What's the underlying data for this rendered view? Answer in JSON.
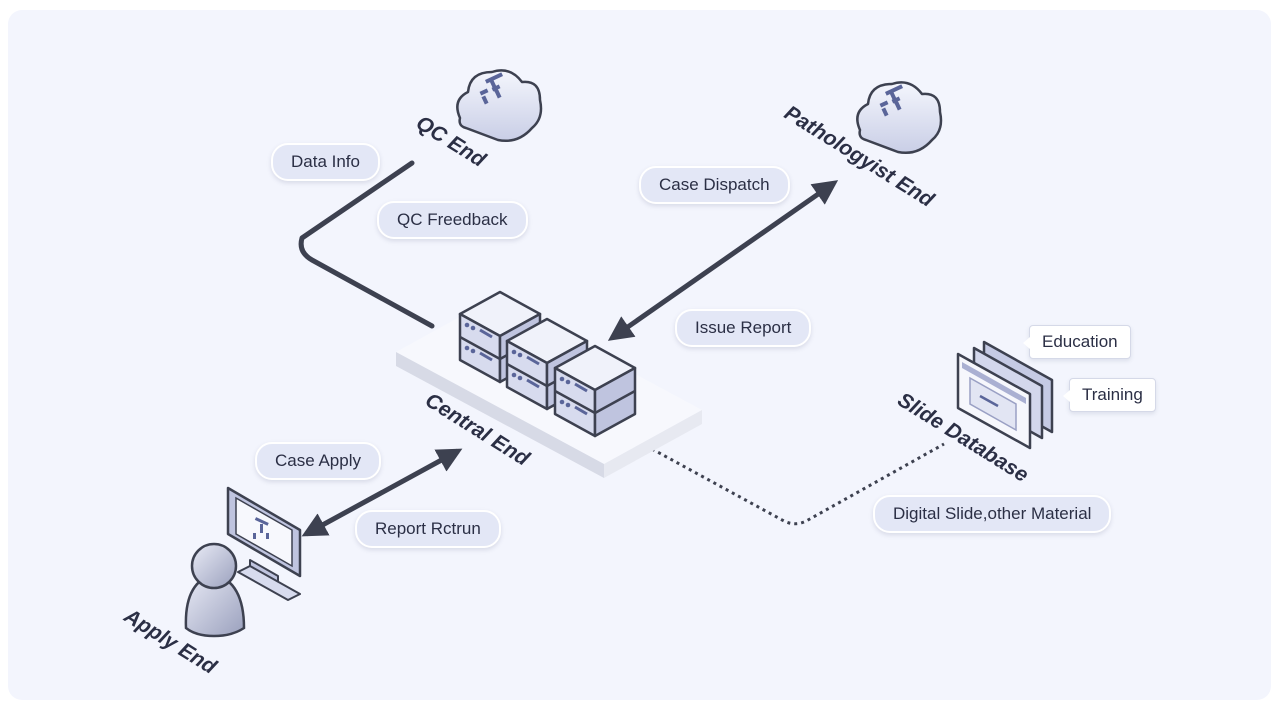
{
  "nodes": {
    "qc": "QC End",
    "pathologist": "Pathologyist End",
    "central": "Central End",
    "slide_db": "Slide Database",
    "apply": "Apply End"
  },
  "flows": {
    "data_info": "Data Info",
    "qc_feedback": "QC Freedback",
    "case_dispatch": "Case Dispatch",
    "issue_report": "Issue Report",
    "case_apply": "Case Apply",
    "report_return": "Report Rctrun",
    "digital_slide": "Digital Slide,other Material"
  },
  "slide_tags": {
    "education": "Education",
    "training": "Training"
  },
  "colors": {
    "background": "#f3f5fd",
    "pill": "#e3e7f6",
    "line": "#3d4150",
    "device_face": "#e7eaf6",
    "device_outline": "#3d4150",
    "accent": "#5a6599"
  }
}
